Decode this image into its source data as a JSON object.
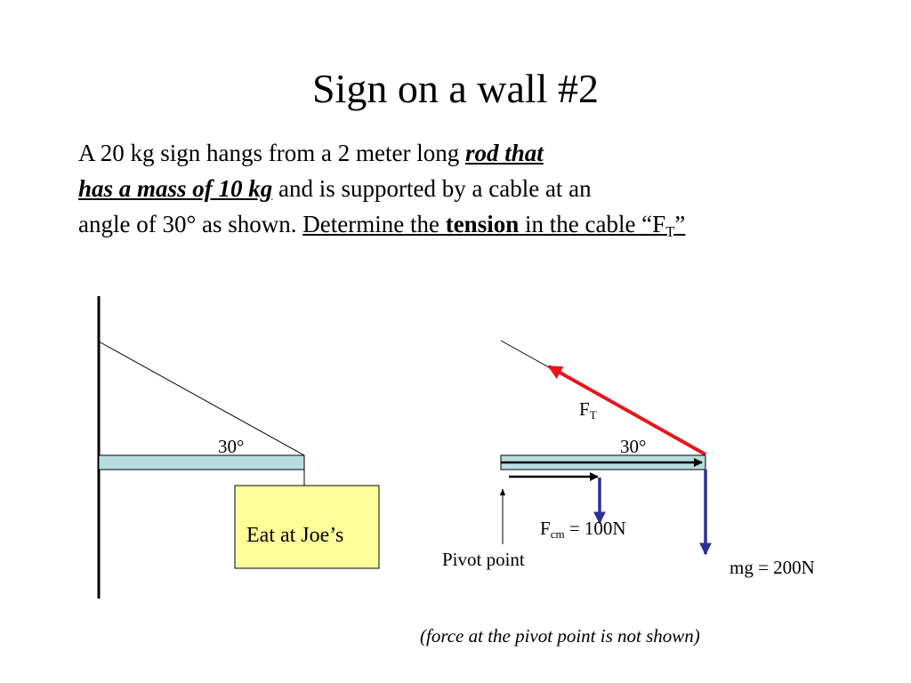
{
  "title": "Sign on a wall #2",
  "problem": {
    "line1_text": "A 20 kg sign hangs from a 2 meter long ",
    "line1_emph": "rod that ",
    "line2_emph": "has a mass of 10 kg",
    "line2_text": " and is supported by a cable at an",
    "line3_text": "angle of 30° as shown.  ",
    "line3_question_a": "Determine the ",
    "line3_question_bold": "tension",
    "line3_question_b": " in the cable “F",
    "line3_question_sub": "T",
    "line3_question_end": "”"
  },
  "left_diagram": {
    "angle_label": "30°",
    "sign_text": "Eat at Joe’s"
  },
  "right_diagram": {
    "tension_label": "F",
    "tension_sub": "T",
    "angle_label": "30°",
    "fcm_label_main": "F",
    "fcm_label_sub": "cm",
    "fcm_label_value": " = 100N",
    "pivot_label": "Pivot point",
    "mg_label": "mg = 200N"
  },
  "footnote": "(force at the pivot point is not shown)",
  "colors": {
    "rod_fill": "#b7dde0",
    "sign_fill": "#ffff99",
    "tension_arrow": "#e8141a",
    "weight_arrow": "#2e3192"
  }
}
